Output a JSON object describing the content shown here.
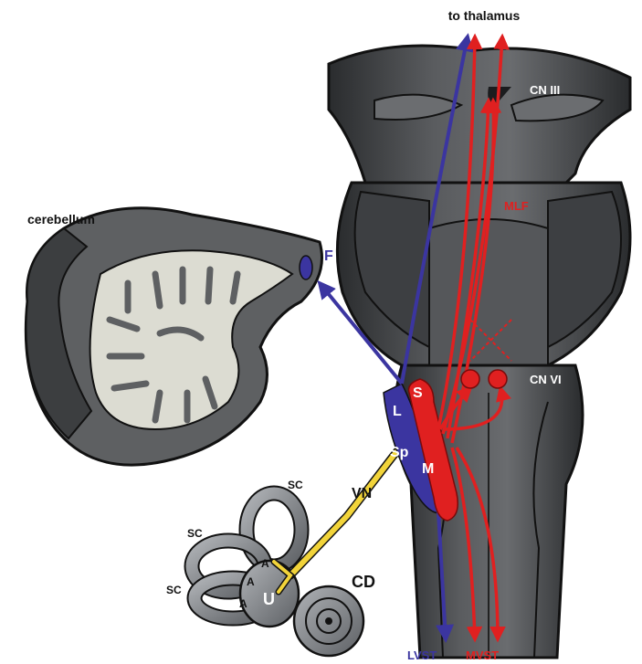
{
  "labels": {
    "top": "to thalamus",
    "cerebellum": "cerebellum",
    "f": "F",
    "cn3": "CN III",
    "mlf": "MLF",
    "cn6": "CN VI",
    "s": "S",
    "l": "L",
    "sp": "Sp",
    "m": "M",
    "vn": "VN",
    "sc1": "SC",
    "sc2": "SC",
    "sc3": "SC",
    "a1": "A",
    "a2": "A",
    "a3": "A",
    "u": "U",
    "cd": "CD",
    "lvst": "LVST",
    "mvst": "MVST"
  },
  "colors": {
    "blue_pathway": "#3b35a0",
    "red_pathway": "#e02020",
    "yellow_nerve": "#f2d43a",
    "brainstem": "#4a4c4f",
    "brainstem_dark": "#1f2022",
    "cerebellum_white_matter": "#dcdcd2",
    "cerebellum_gray": "#5e6062",
    "inner_ear": "#8d9094"
  }
}
